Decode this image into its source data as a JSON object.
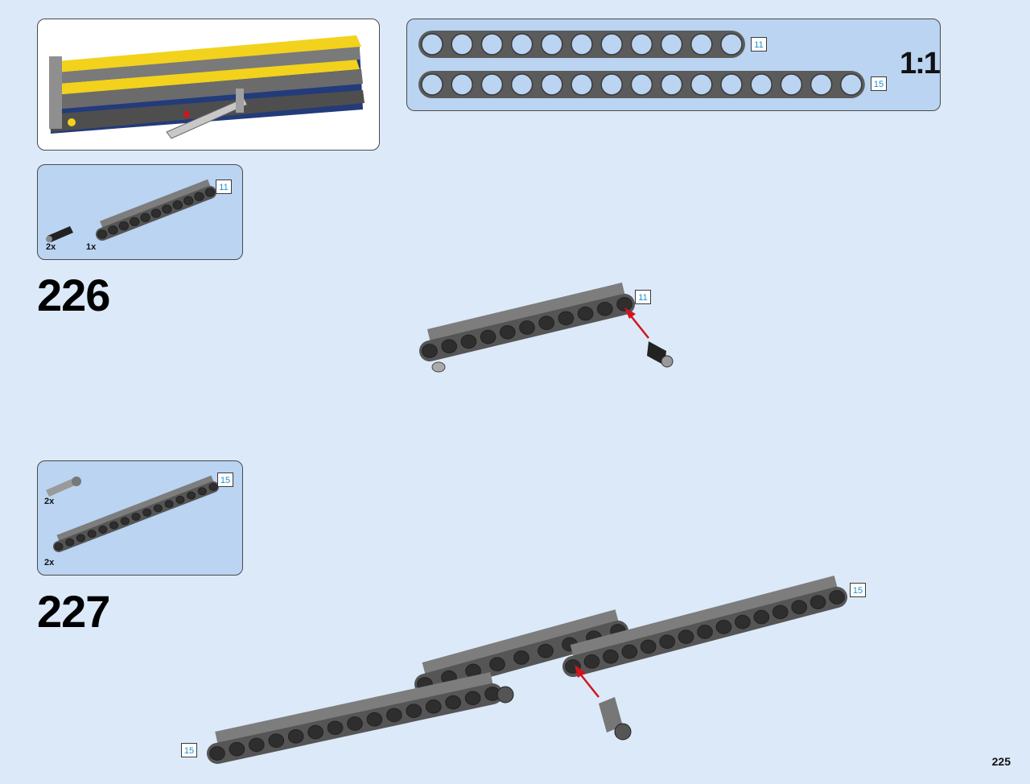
{
  "scale_panel": {
    "scale_label": "1:1",
    "beams": [
      {
        "length_label": "11",
        "holes": 11
      },
      {
        "length_label": "15",
        "holes": 15
      }
    ]
  },
  "step_226": {
    "number": "226",
    "parts": [
      {
        "qty": "2x",
        "part": "axle-pin-black"
      },
      {
        "qty": "1x",
        "part": "beam",
        "length_label": "11"
      }
    ],
    "callout_label": "11"
  },
  "step_227": {
    "number": "227",
    "parts": [
      {
        "qty": "2x",
        "part": "axle-pin-grey"
      },
      {
        "qty": "2x",
        "part": "beam",
        "length_label": "15"
      }
    ],
    "callout_labels": [
      "15",
      "15"
    ]
  },
  "colors": {
    "background": "#dce9f8",
    "panel": "#bad4f2",
    "beam": "#5b5b5b",
    "arrow": "#d3141c",
    "label": "#1d8fd0"
  },
  "page": {
    "number": "225"
  }
}
